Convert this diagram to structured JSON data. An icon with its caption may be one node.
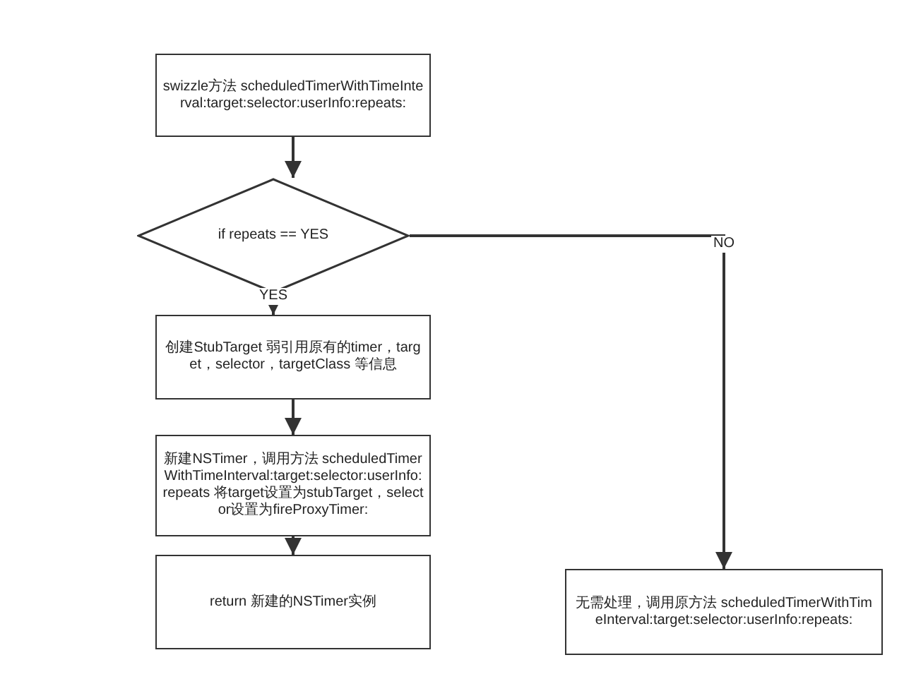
{
  "diagram": {
    "nodes": [
      {
        "text": [
          "swizzle方法 scheduledTimerWithTimeInterval:target:selector:userInfo:repeats:"
        ]
      },
      {
        "text": [
          "if repeats == YES"
        ]
      },
      {
        "text": [
          "创建StubTarget 弱引用原有的timer，target，selector，targetClass 等信息"
        ]
      },
      {
        "text": [
          "新建NSTimer，调用方法 scheduledTimerWithTimeInterval:target:selector:userInfo:repeats 将target设置为stubTarget，selector设置为fireProxyTimer:"
        ]
      },
      {
        "text": [
          "return  新建的NSTimer实例"
        ]
      },
      {
        "text": [
          "无需处理，调用原方法 scheduledTimerWithTimeInterval:target:selector:userInfo:repeats:"
        ]
      }
    ],
    "edges": [
      {
        "from": 0,
        "to": 1,
        "arrow": "to"
      },
      {
        "from": 1,
        "to": 2,
        "arrow": "to",
        "label": "YES"
      },
      {
        "from": 2,
        "to": 3,
        "arrow": "to"
      },
      {
        "from": 3,
        "to": 4,
        "arrow": "to"
      },
      {
        "from": 1,
        "to": 5,
        "arrow": "to",
        "label": "NO"
      }
    ]
  }
}
